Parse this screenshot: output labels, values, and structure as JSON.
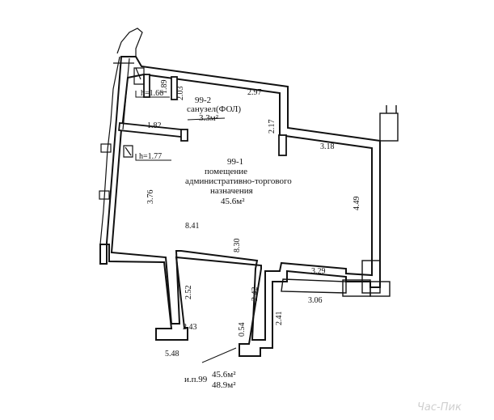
{
  "rooms": {
    "bathroom": {
      "number": "99-2",
      "name": "санузел(ФОЛ)",
      "area": "3.3м²"
    },
    "main": {
      "number": "99-1",
      "line1": "помещение",
      "line2": "административно-торгового",
      "line3": "назначения",
      "area": "45.6м²"
    }
  },
  "heights": {
    "h1": "h=1.66",
    "h2": "h=1.77"
  },
  "dimensions": {
    "d_189": "1.89",
    "d_203": "2.03",
    "d_297": "2.97",
    "d_182": "1.82",
    "d_217": "2.17",
    "d_318": "3.18",
    "d_376": "3.76",
    "d_449": "4.49",
    "d_841": "8.41",
    "d_830": "8.30",
    "d_329": "3.29",
    "d_306": "3.06",
    "d_252": "2.52",
    "d_242": "2.42",
    "d_241": "2.41",
    "d_243": "2.43",
    "d_054": "0.54",
    "d_548": "5.48"
  },
  "summary": {
    "label": "и.п.99",
    "area1": "45.6м²",
    "area2": "48.9м²"
  },
  "watermark": "Час-Пик"
}
